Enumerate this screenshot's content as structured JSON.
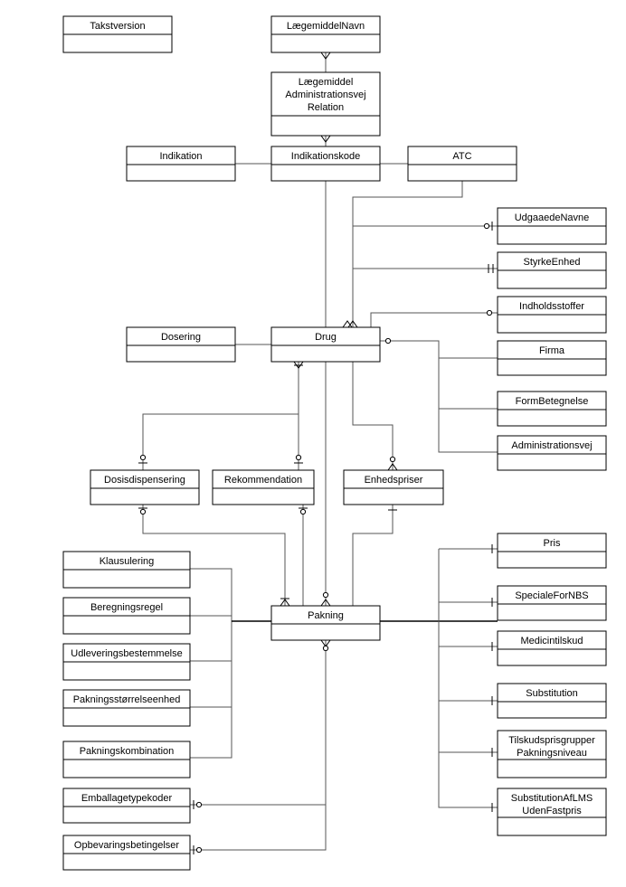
{
  "entities": [
    {
      "id": "takstversion",
      "lines": [
        "Takstversion"
      ]
    },
    {
      "id": "laegemiddelnavn",
      "lines": [
        "LægemiddelNavn"
      ]
    },
    {
      "id": "laegemiddel-admvej-rel",
      "lines": [
        "Lægemiddel",
        "Administrationsvej",
        "Relation"
      ]
    },
    {
      "id": "indikation",
      "lines": [
        "Indikation"
      ]
    },
    {
      "id": "indikationskode",
      "lines": [
        "Indikationskode"
      ]
    },
    {
      "id": "atc",
      "lines": [
        "ATC"
      ]
    },
    {
      "id": "udgaaedenavne",
      "lines": [
        "UdgaaedeNavne"
      ]
    },
    {
      "id": "styrkeenhed",
      "lines": [
        "StyrkeEnhed"
      ]
    },
    {
      "id": "indholdsstoffer",
      "lines": [
        "Indholdsstoffer"
      ]
    },
    {
      "id": "dosering",
      "lines": [
        "Dosering"
      ]
    },
    {
      "id": "drug",
      "lines": [
        "Drug"
      ]
    },
    {
      "id": "firma",
      "lines": [
        "Firma"
      ]
    },
    {
      "id": "formbetegnelse",
      "lines": [
        "FormBetegnelse"
      ]
    },
    {
      "id": "administrationsvej",
      "lines": [
        "Administrationsvej"
      ]
    },
    {
      "id": "dosisdispensering",
      "lines": [
        "Dosisdispensering"
      ]
    },
    {
      "id": "rekommendation",
      "lines": [
        "Rekommendation"
      ]
    },
    {
      "id": "enhedspriser",
      "lines": [
        "Enhedspriser"
      ]
    },
    {
      "id": "klausulering",
      "lines": [
        "Klausulering"
      ]
    },
    {
      "id": "beregningsregel",
      "lines": [
        "Beregningsregel"
      ]
    },
    {
      "id": "udleveringsbestemmelse",
      "lines": [
        "Udleveringsbestemmelse"
      ]
    },
    {
      "id": "pakningsstoerrelseenhed",
      "lines": [
        "Pakningsstørrelseenhed"
      ]
    },
    {
      "id": "pakningskombination",
      "lines": [
        "Pakningskombination"
      ]
    },
    {
      "id": "emballagetypekoder",
      "lines": [
        "Emballagetypekoder"
      ]
    },
    {
      "id": "opbevaringsbetingelser",
      "lines": [
        "Opbevaringsbetingelser"
      ]
    },
    {
      "id": "pakning",
      "lines": [
        "Pakning"
      ]
    },
    {
      "id": "pris",
      "lines": [
        "Pris"
      ]
    },
    {
      "id": "specialefornbs",
      "lines": [
        "SpecialeForNBS"
      ]
    },
    {
      "id": "medicintilskud",
      "lines": [
        "Medicintilskud"
      ]
    },
    {
      "id": "substitution",
      "lines": [
        "Substitution"
      ]
    },
    {
      "id": "tilskudsprisgrupper",
      "lines": [
        "Tilskudsprisgrupper",
        "Pakningsniveau"
      ]
    },
    {
      "id": "substitutionaflms",
      "lines": [
        "SubstitutionAfLMS",
        "UdenFastpris"
      ]
    }
  ]
}
